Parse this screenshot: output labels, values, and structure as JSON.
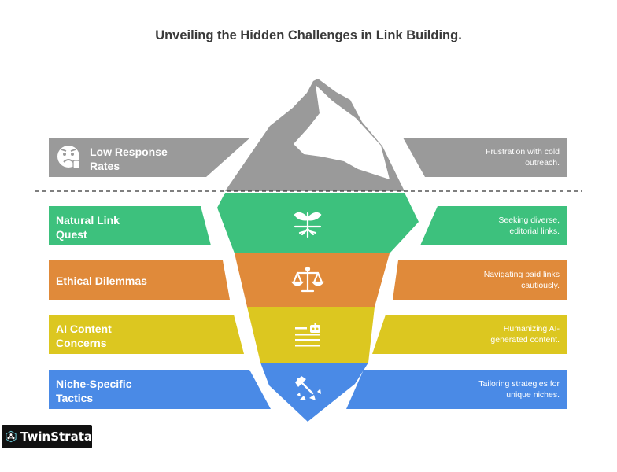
{
  "title": "Unveiling the Hidden Challenges in Link Building.",
  "colors": {
    "gray": "#9a9a9a",
    "green": "#3dc17d",
    "orange": "#e08a3a",
    "yellow": "#dcc720",
    "blue": "#4a8ae6"
  },
  "layers": [
    {
      "label": "Low Response Rates",
      "label_lines": [
        "Low Response",
        "Rates"
      ],
      "desc_lines": [
        "Frustration with cold",
        "outreach."
      ],
      "icon": "frustrated-face-icon"
    },
    {
      "label": "Natural Link Quest",
      "label_lines": [
        "Natural Link",
        "Quest"
      ],
      "desc_lines": [
        "Seeking diverse,",
        "editorial links."
      ],
      "icon": "sprout-icon"
    },
    {
      "label": "Ethical Dilemmas",
      "label_lines": [
        "Ethical Dilemmas",
        ""
      ],
      "desc_lines": [
        "Navigating paid links",
        "cautiously."
      ],
      "icon": "balance-scale-icon"
    },
    {
      "label": "AI Content Concerns",
      "label_lines": [
        "AI Content",
        "Concerns"
      ],
      "desc_lines": [
        "Humanizing AI-",
        "generated content."
      ],
      "icon": "robot-text-icon"
    },
    {
      "label": "Niche-Specific Tactics",
      "label_lines": [
        "Niche-Specific",
        "Tactics"
      ],
      "desc_lines": [
        "Tailoring strategies for",
        "unique niches."
      ],
      "icon": "axe-rocks-icon"
    }
  ],
  "logo": {
    "text": "TwinStrata",
    "icon": "network-logo-icon"
  }
}
